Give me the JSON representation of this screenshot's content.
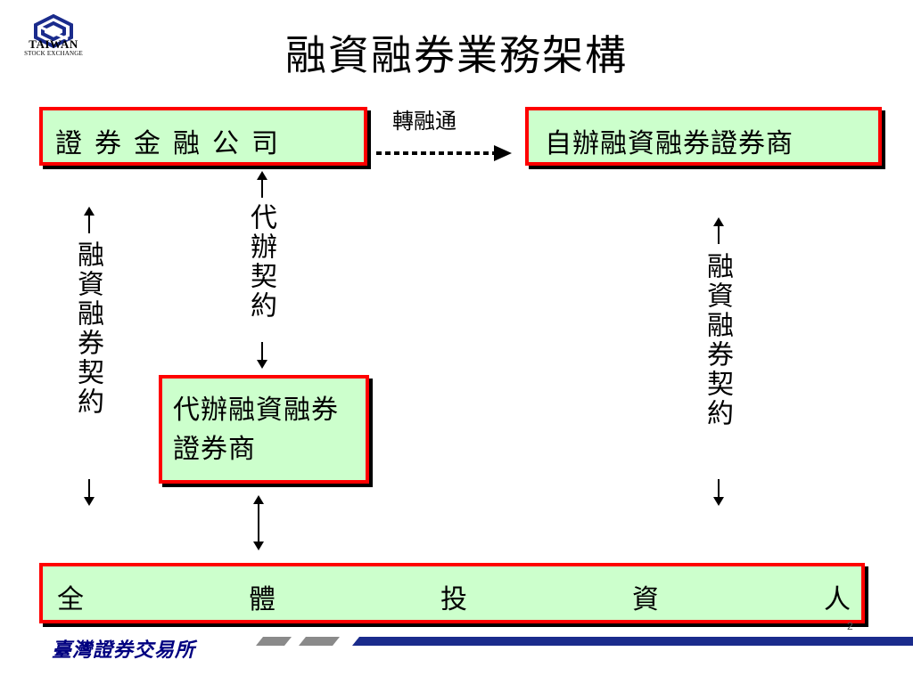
{
  "logo": {
    "line1": "TAIWAN",
    "line2": "STOCK EXCHANGE"
  },
  "title": "融資融券業務架構",
  "boxes": {
    "securities_finance": "證券金融公司",
    "self_operated": "自辦融資融券證券商",
    "agent_broker": "代辦融資融券證券商",
    "investors": [
      "全",
      "體",
      "投",
      "資",
      "人"
    ]
  },
  "labels": {
    "refinancing": "轉融通",
    "margin_contract_left": "融資融券契約",
    "agency_contract": "代辦契約",
    "margin_contract_right": "融資融券契約"
  },
  "footer": {
    "org_name": "臺灣證券交易所",
    "page_number": "2"
  },
  "colors": {
    "box_fill": "#ccffcc",
    "box_border": "#ff0000",
    "footer_blue": "#1a2b8c"
  }
}
